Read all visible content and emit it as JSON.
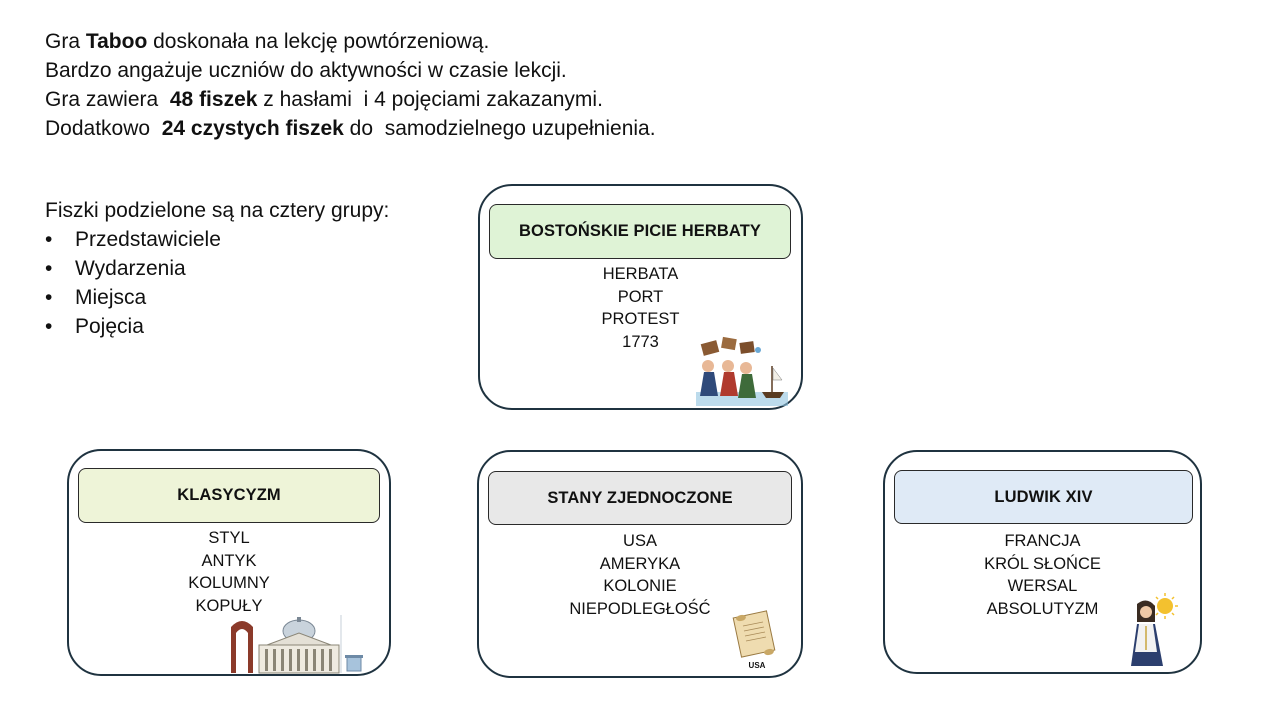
{
  "intro": {
    "line1": {
      "a": "Gra ",
      "b": "Taboo",
      "c": " doskonała na lekcję powtórzeniową."
    },
    "line2": "Bardzo angażuje uczniów do aktywności w czasie lekcji.",
    "line3": {
      "a": "Gra zawiera  ",
      "b": "48 fiszek",
      "c": " z hasłami  i 4 pojęciami zakazanymi."
    },
    "line4": {
      "a": "Dodatkowo  ",
      "b": "24 czystych fiszek",
      "c": " do  samodzielnego uzupełnienia."
    }
  },
  "groups": {
    "heading": "Fiszki podzielone są na cztery grupy:",
    "bullet": "•",
    "items": [
      "Przedstawiciele",
      "Wydarzenia",
      "Miejsca",
      "Pojęcia"
    ]
  },
  "cards": [
    {
      "title": "BOSTOŃSKIE PICIE HERBATY",
      "words": [
        "HERBATA",
        "PORT",
        "PROTEST",
        "1773"
      ],
      "image": "boston-tea-party-illustration",
      "color": "#dff3d6"
    },
    {
      "title": "KLASYCYZM",
      "words": [
        "STYL",
        "ANTYK",
        "KOLUMNY",
        "KOPUŁY"
      ],
      "image": "classicist-architecture-illustration",
      "color": "#eef4d8"
    },
    {
      "title": "STANY ZJEDNOCZONE",
      "words": [
        "USA",
        "AMERYKA",
        "KOLONIE",
        "NIEPODLEGŁOŚĆ"
      ],
      "image": "scroll-illustration",
      "image_label": "USA",
      "color": "#e8e8e8"
    },
    {
      "title": "LUDWIK XIV",
      "words": [
        "FRANCJA",
        "KRÓL SŁOŃCE",
        "WERSAL",
        "ABSOLUTYZM"
      ],
      "image": "sun-king-portrait-illustration",
      "color": "#dfeaf6"
    }
  ]
}
